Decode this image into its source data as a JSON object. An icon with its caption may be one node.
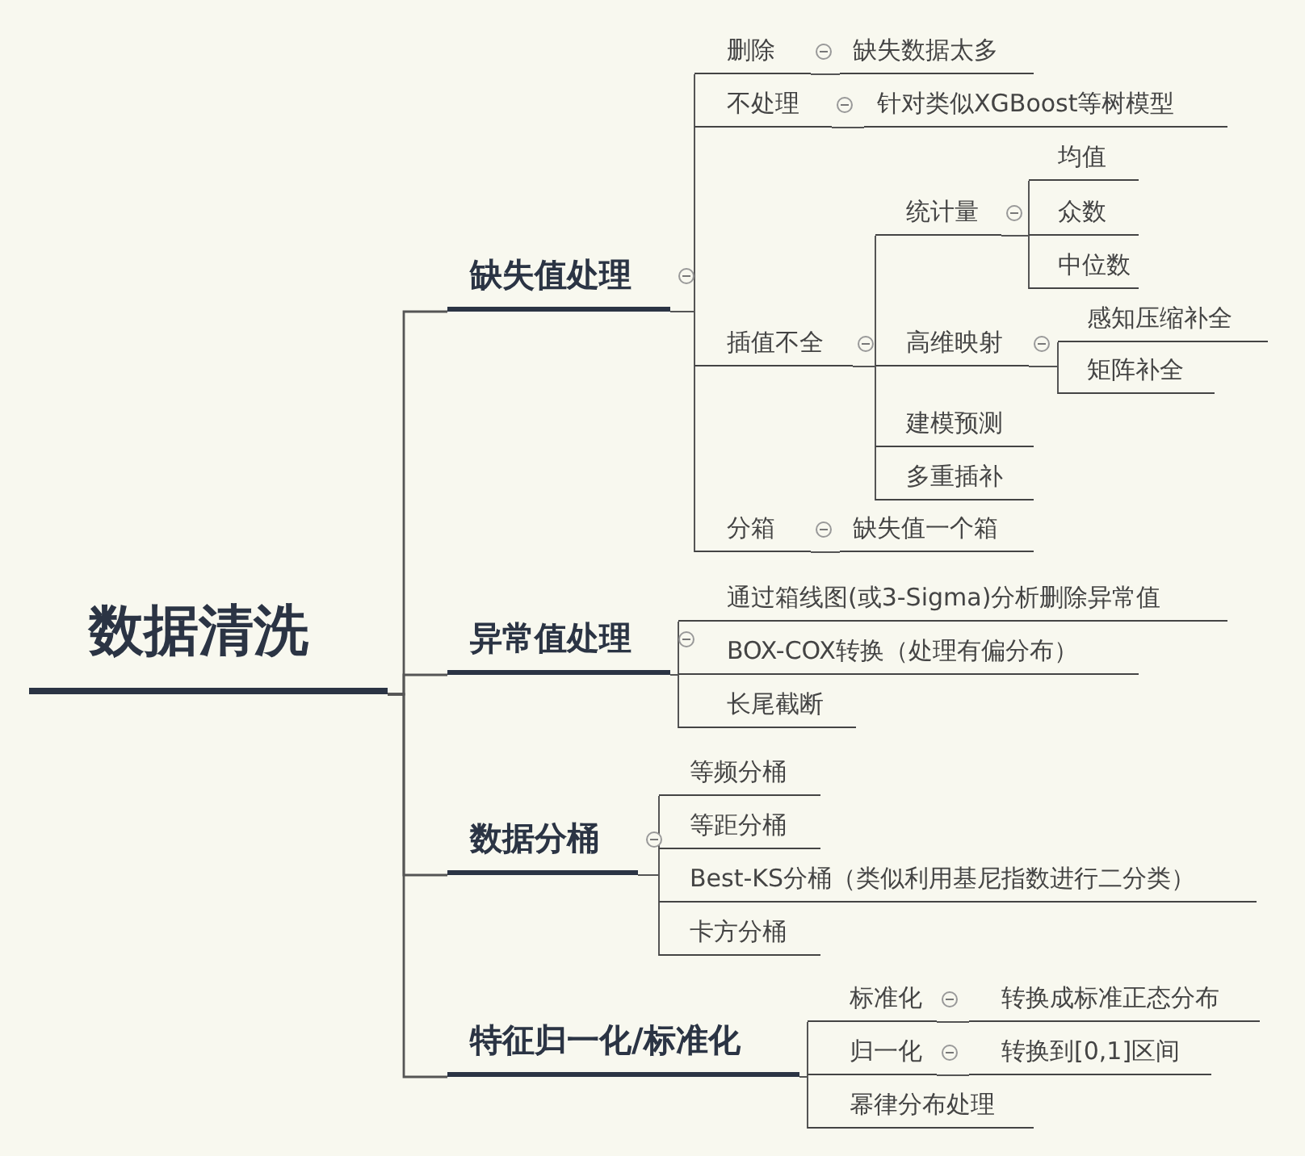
{
  "diagram": {
    "nodes": [
      {
        "text": [
          "数据清洗"
        ]
      },
      {
        "text": [
          "缺失值处理"
        ]
      },
      {
        "text": [
          "删除"
        ]
      },
      {
        "text": [
          "缺失数据太多"
        ]
      },
      {
        "text": [
          "不处理"
        ]
      },
      {
        "text": [
          "针对类似XGBoost等树模型"
        ]
      },
      {
        "text": [
          "插值不全"
        ]
      },
      {
        "text": [
          "统计量"
        ]
      },
      {
        "text": [
          "均值"
        ]
      },
      {
        "text": [
          "众数"
        ]
      },
      {
        "text": [
          "中位数"
        ]
      },
      {
        "text": [
          "高维映射"
        ]
      },
      {
        "text": [
          "感知压缩补全"
        ]
      },
      {
        "text": [
          "矩阵补全"
        ]
      },
      {
        "text": [
          "建模预测"
        ]
      },
      {
        "text": [
          "多重插补"
        ]
      },
      {
        "text": [
          "分箱"
        ]
      },
      {
        "text": [
          "缺失值一个箱"
        ]
      },
      {
        "text": [
          "异常值处理"
        ]
      },
      {
        "text": [
          "通过箱线图(或3-Sigma)分析删除异常值"
        ]
      },
      {
        "text": [
          "BOX-COX转换（处理有偏分布）"
        ]
      },
      {
        "text": [
          "长尾截断"
        ]
      },
      {
        "text": [
          "数据分桶"
        ]
      },
      {
        "text": [
          "等频分桶"
        ]
      },
      {
        "text": [
          "等距分桶"
        ]
      },
      {
        "text": [
          "Best-KS分桶（类似利用基尼指数进行二分类）"
        ]
      },
      {
        "text": [
          "卡方分桶"
        ]
      },
      {
        "text": [
          "特征归一化/标准化"
        ]
      },
      {
        "text": [
          "标准化"
        ]
      },
      {
        "text": [
          "转换成标准正态分布"
        ]
      },
      {
        "text": [
          "归一化"
        ]
      },
      {
        "text": [
          "转换到[0,1]区间"
        ]
      },
      {
        "text": [
          "幂律分布处理"
        ]
      }
    ],
    "edges": [
      {
        "from": 0,
        "to": 1,
        "arrow": "none"
      },
      {
        "from": 0,
        "to": 18,
        "arrow": "none"
      },
      {
        "from": 0,
        "to": 22,
        "arrow": "none"
      },
      {
        "from": 0,
        "to": 27,
        "arrow": "none"
      },
      {
        "from": 1,
        "to": 2,
        "arrow": "none"
      },
      {
        "from": 1,
        "to": 4,
        "arrow": "none"
      },
      {
        "from": 1,
        "to": 6,
        "arrow": "none"
      },
      {
        "from": 1,
        "to": 16,
        "arrow": "none"
      },
      {
        "from": 2,
        "to": 3,
        "arrow": "none"
      },
      {
        "from": 4,
        "to": 5,
        "arrow": "none"
      },
      {
        "from": 6,
        "to": 7,
        "arrow": "none"
      },
      {
        "from": 6,
        "to": 11,
        "arrow": "none"
      },
      {
        "from": 6,
        "to": 14,
        "arrow": "none"
      },
      {
        "from": 6,
        "to": 15,
        "arrow": "none"
      },
      {
        "from": 7,
        "to": 8,
        "arrow": "none"
      },
      {
        "from": 7,
        "to": 9,
        "arrow": "none"
      },
      {
        "from": 7,
        "to": 10,
        "arrow": "none"
      },
      {
        "from": 11,
        "to": 12,
        "arrow": "none"
      },
      {
        "from": 11,
        "to": 13,
        "arrow": "none"
      },
      {
        "from": 16,
        "to": 17,
        "arrow": "none"
      },
      {
        "from": 18,
        "to": 19,
        "arrow": "none"
      },
      {
        "from": 18,
        "to": 20,
        "arrow": "none"
      },
      {
        "from": 18,
        "to": 21,
        "arrow": "none"
      },
      {
        "from": 22,
        "to": 23,
        "arrow": "none"
      },
      {
        "from": 22,
        "to": 24,
        "arrow": "none"
      },
      {
        "from": 22,
        "to": 25,
        "arrow": "none"
      },
      {
        "from": 22,
        "to": 26,
        "arrow": "none"
      },
      {
        "from": 27,
        "to": 28,
        "arrow": "none"
      },
      {
        "from": 27,
        "to": 30,
        "arrow": "none"
      },
      {
        "from": 27,
        "to": 32,
        "arrow": "none"
      },
      {
        "from": 28,
        "to": 29,
        "arrow": "none"
      },
      {
        "from": 30,
        "to": 31,
        "arrow": "none"
      }
    ]
  }
}
